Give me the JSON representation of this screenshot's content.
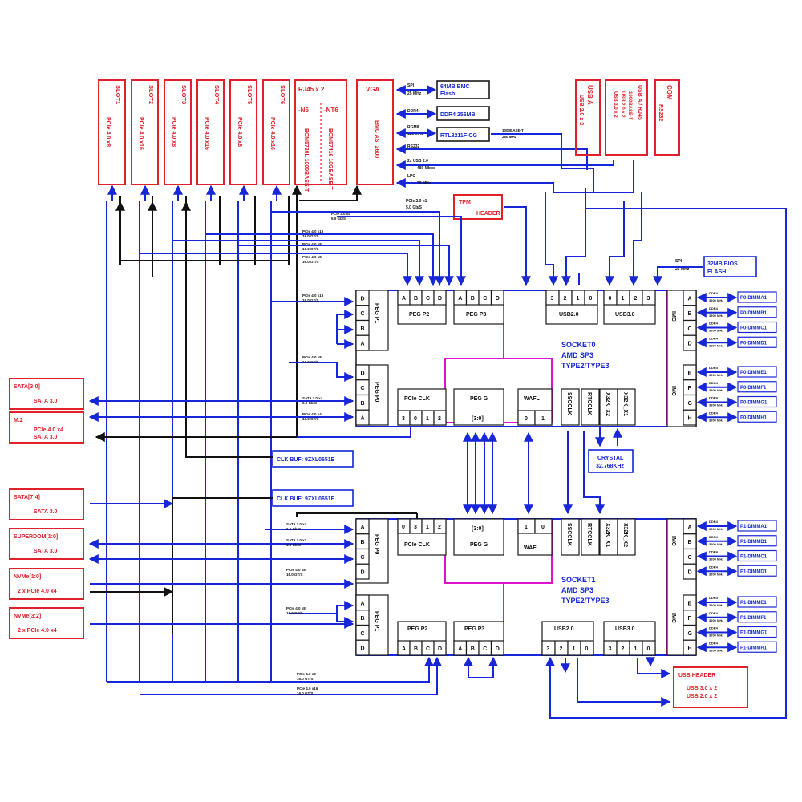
{
  "slots": [
    {
      "name": "SLOT1",
      "desc": "PCIe 4.0 x8"
    },
    {
      "name": "SLOT2",
      "desc": "PCIe 4.0 x16"
    },
    {
      "name": "SLOT3",
      "desc": "PCIe 4.0 x8"
    },
    {
      "name": "SLOT4",
      "desc": "PCIe 4.0 x16"
    },
    {
      "name": "SLOT5",
      "desc": "PCIe 4.0 x8"
    },
    {
      "name": "SLOT6",
      "desc": "PCIe 4.0 x16"
    }
  ],
  "rj45": {
    "title": "RJ45 x 2",
    "left_tag": "-N6",
    "right_tag": "-NT6",
    "left_desc": "BCM5720L 1000BASE-T",
    "right_desc": "BCM57416 10GBASE-T"
  },
  "vga": {
    "title": "VGA",
    "desc": "BMC AST2600"
  },
  "bmc_links": [
    {
      "sig": "SPI",
      "speed": "25 MHz",
      "target": "64MB BMC Flash"
    },
    {
      "sig": "DDR4",
      "speed": "",
      "target": "DDR4 256MB"
    },
    {
      "sig": "RGMII",
      "speed": "125 MHz",
      "target": "RTL8211F-CG"
    }
  ],
  "bmc_bus_labels": [
    "RS232",
    "2x USB 2.0",
    "480 Mbps",
    "LPC",
    "33 MHz",
    "PCIe 2.0 x1",
    "5.0 Gb/S"
  ],
  "rtl_out": [
    "1000BASE-T",
    "250 MHz"
  ],
  "usb_boxes": [
    {
      "title": "USB A",
      "desc": "USB 2.0 x 2"
    },
    {
      "title": "USB A / RJ45",
      "desc": "USB 3.0 x 2 USB 2.0 x 2 1000BASE-T"
    },
    {
      "title": "COM",
      "desc": "RS232"
    }
  ],
  "tpm": "TPM HEADER",
  "bios": {
    "line1": "32MB BIOS",
    "line2": "FLASH",
    "sig": "SPI",
    "speed": "25 MHz"
  },
  "left_boxes": [
    {
      "title": "SATA[3:0]",
      "desc": "SATA 3.0",
      "desc2": ""
    },
    {
      "title": "M.2",
      "desc": "PCIe 4.0 x4",
      "desc2": "SATA 3.0"
    },
    {
      "title": "SATA[7:4]",
      "desc": "SATA 3.0",
      "desc2": ""
    },
    {
      "title": "SUPERDOM[1:0]",
      "desc": "SATA 3.0",
      "desc2": ""
    },
    {
      "title": "NVMe[1:0]",
      "desc": "2 x PCIe 4.0 x4",
      "desc2": ""
    },
    {
      "title": "NVMe[3:2]",
      "desc": "2 x PCIe 4.0 x4",
      "desc2": ""
    }
  ],
  "clkbuf": "CLK BUF: 9ZXL0651E",
  "crystal": {
    "line1": "CRYSTAL",
    "line2": "32.768KHz"
  },
  "usbhdr": {
    "title": "USB HEADER",
    "desc": "USB 3.0 x 2",
    "desc2": "USB 2.0 x 2"
  },
  "socket0": {
    "name": "SOCKET0",
    "line2": "AMD SP3",
    "line3": "TYPE2/TYPE3"
  },
  "socket1": {
    "name": "SOCKET1",
    "line2": "AMD SP3",
    "line3": "TYPE2/TYPE3"
  },
  "blocks": {
    "peg_p0": "PEG P0",
    "peg_p1": "PEG P1",
    "peg_p2": "PEG P2",
    "peg_p3": "PEG P3",
    "peg_g": "PEG G",
    "imc": "IMC",
    "pcie_clk": "PCIe CLK",
    "wafl": "WAFL",
    "usb20": "USB2.0",
    "usb30": "USB3.0",
    "ssclk": "SSCCLK",
    "rtclk": "RTCCLK",
    "x32_1": "X32K_X1",
    "x32_2": "X32K_X2",
    "range": "[3:0]"
  },
  "dimm0": [
    "P0-DIMMA1",
    "P0-DIMMB1",
    "P0-DIMMC1",
    "P0-DIMMD1",
    "P0-DIMME1",
    "P0-DIMMF1",
    "P0-DIMMG1",
    "P0-DIMMH1"
  ],
  "dimm1": [
    "P1-DIMMA1",
    "P1-DIMMB1",
    "P1-DIMMC1",
    "P1-DIMMD1",
    "P1-DIMME1",
    "P1-DIMMF1",
    "P1-DIMMG1",
    "P1-DIMMH1"
  ],
  "ddr_label": [
    "DDR4",
    "3200 MHz"
  ],
  "link_labels": [
    {
      "k": "PCIe 4.0 x16",
      "s": "16.0 GT/S"
    },
    {
      "k": "PCIe 4.0 x8",
      "s": "16.0 GT/S"
    },
    {
      "k": "PCIe 4.0 x8",
      "s": "16.0 GT/S"
    },
    {
      "k": "PCIe 4.0 x16",
      "s": "16.0 GT/S"
    },
    {
      "k": "PCIe 4.0 x8",
      "s": "16.0 GT/S"
    },
    {
      "k": "SATA 3.0 x4",
      "s": "6.0 Gb/S"
    },
    {
      "k": "PCIe 4.0 x4",
      "s": "16.0 GT/S"
    },
    {
      "k": "SATA 3.0 x4",
      "s": "6.0 Gb/S"
    },
    {
      "k": "SATA 3.0 x2",
      "s": "6.0 Gb/S"
    },
    {
      "k": "PCIe 4.0 x8",
      "s": "16.0 GT/S"
    },
    {
      "k": "PCIe 4.0 x8",
      "s": "16.0 GT/S"
    },
    {
      "k": "PCIe 4.0 x8",
      "s": "16.0 GT/S"
    },
    {
      "k": "PCIe 4.0 x16",
      "s": "16.0 GT/S"
    },
    {
      "k": "PCIe 2.0 x4",
      "s": "5.0 Gb/S"
    }
  ],
  "colors": {
    "box": "#e0202a",
    "link": "#1626d8",
    "pink": "#e010d0"
  }
}
